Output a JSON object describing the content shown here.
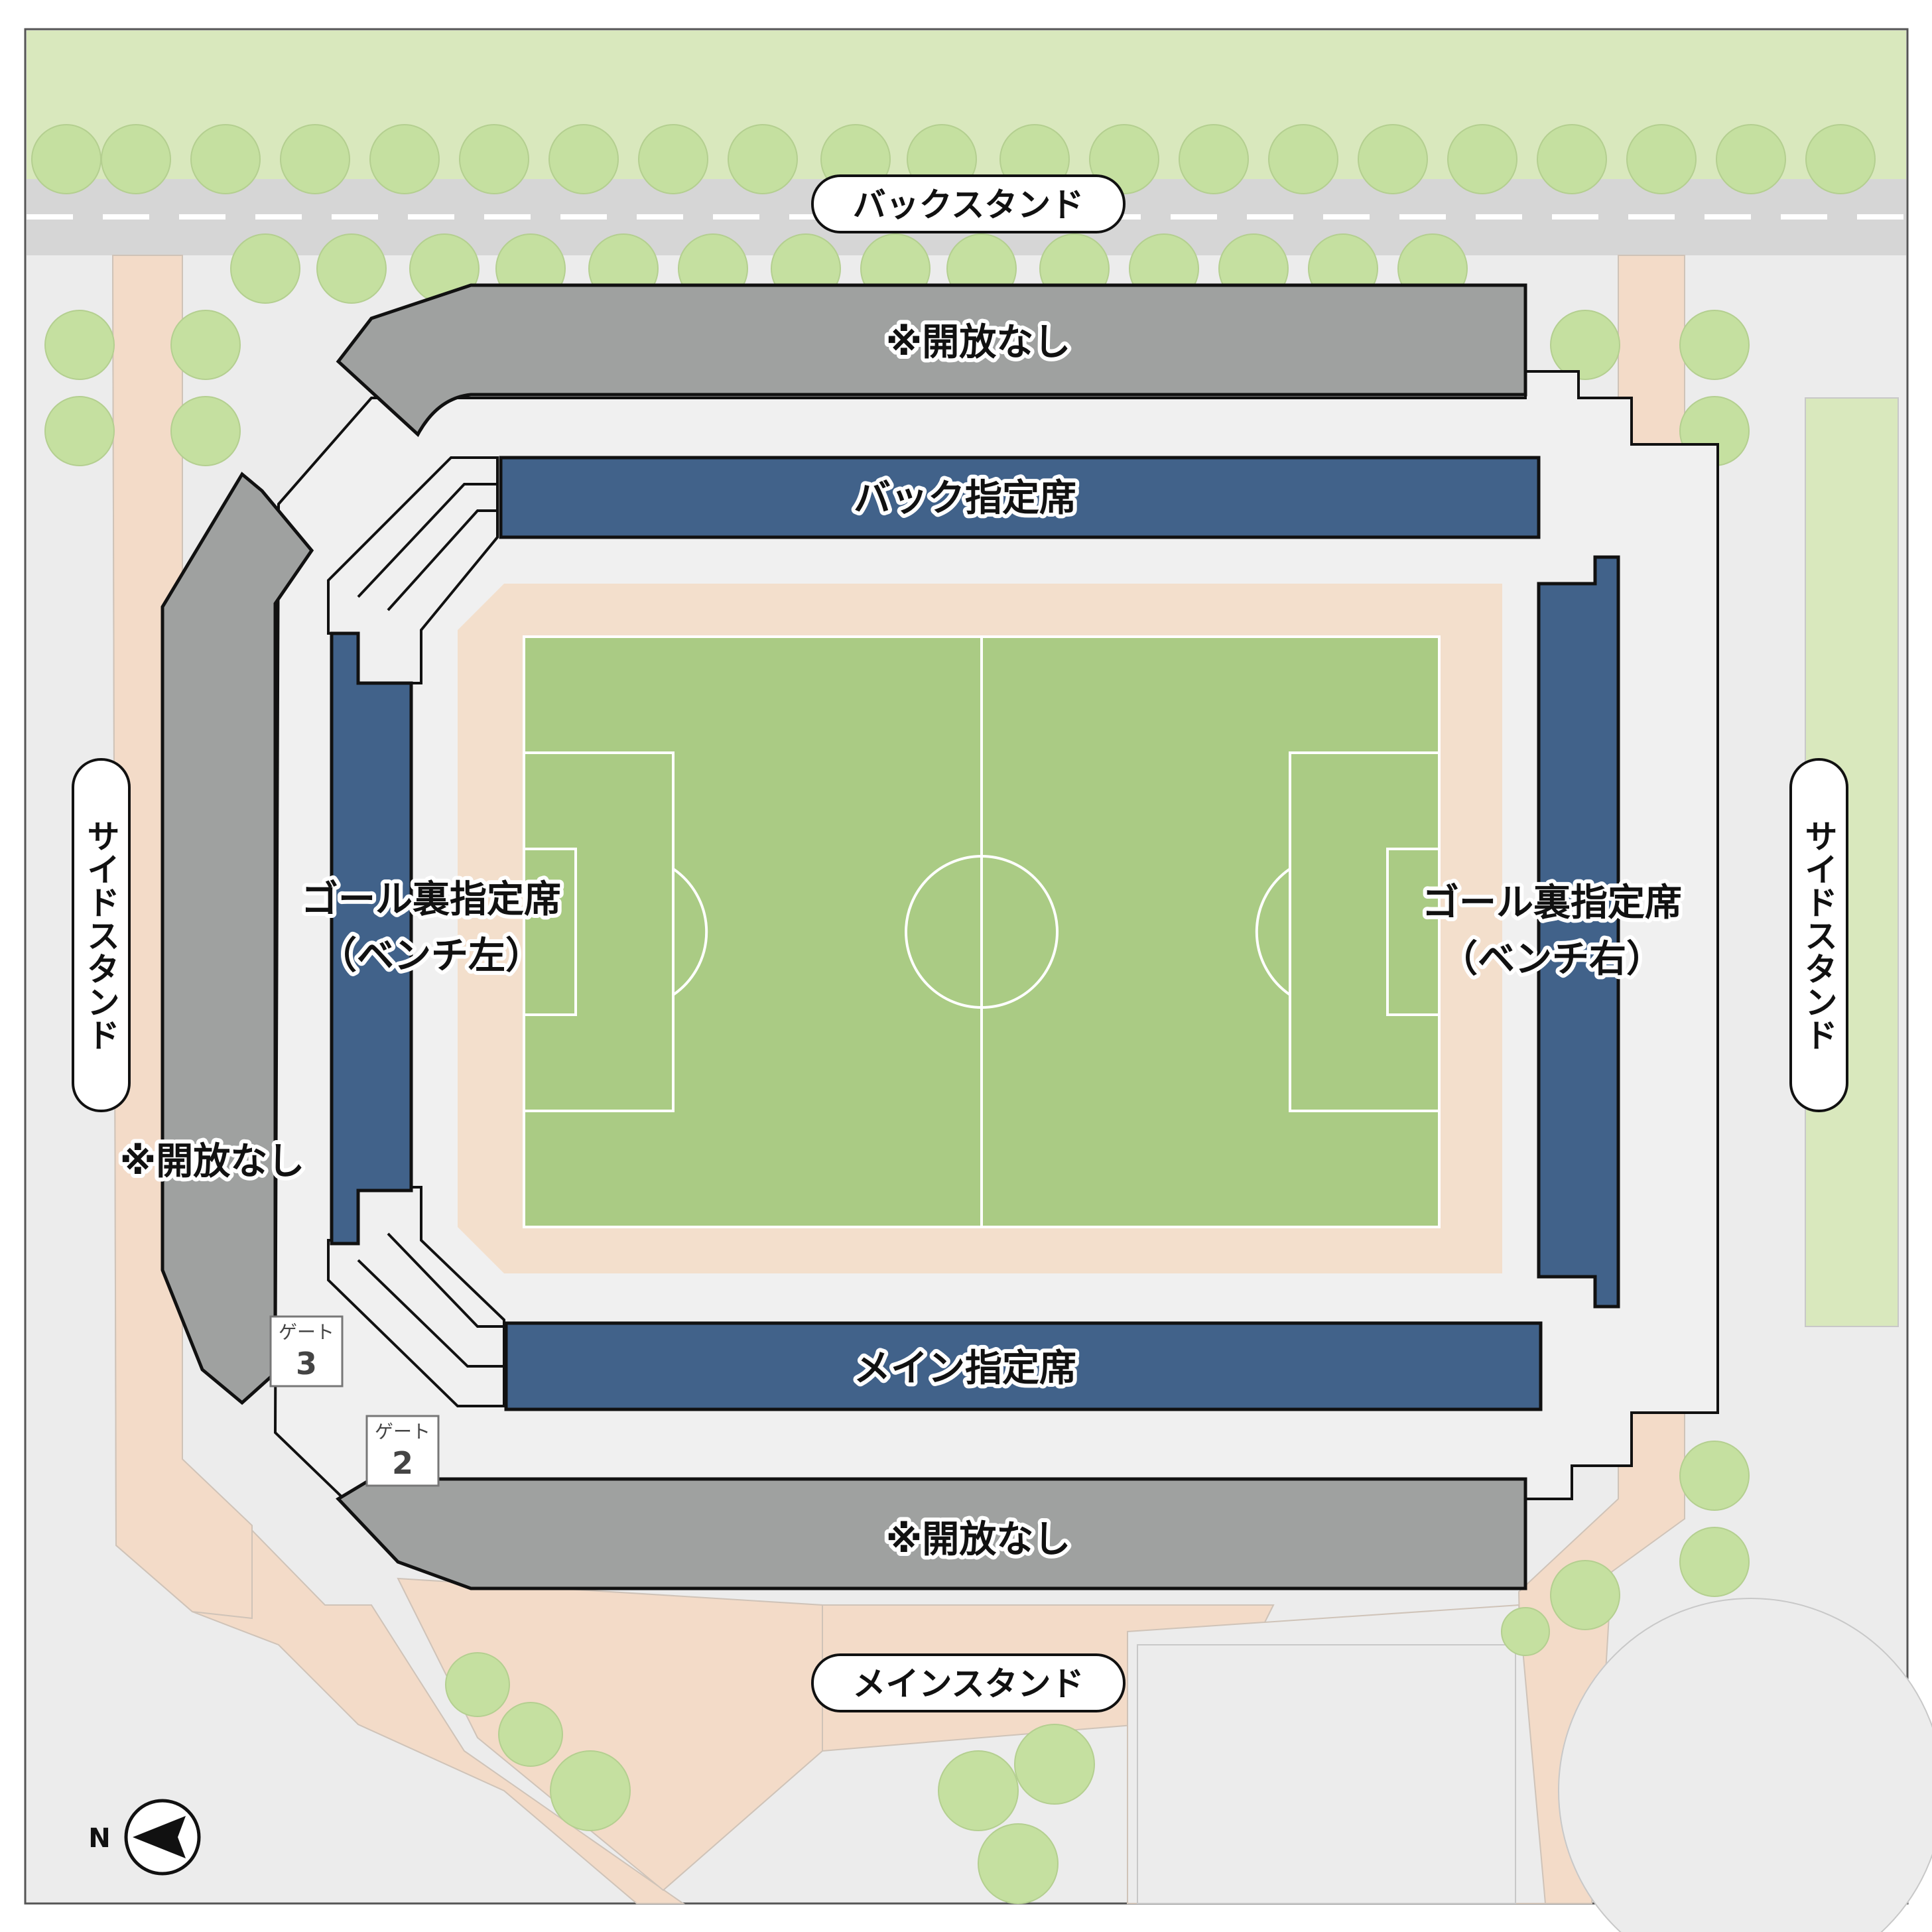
{
  "labels": {
    "back_stand": "バックスタンド",
    "main_stand": "メインスタンド",
    "side_stand_left": "サイドスタンド",
    "side_stand_right": "サイドスタンド",
    "closed_top": "※開放なし",
    "closed_bottom": "※開放なし",
    "closed_left": "※開放なし",
    "back_reserved": "バック指定席",
    "main_reserved": "メイン指定席",
    "goal_left_line1": "ゴール裏指定席",
    "goal_left_line2": "（ベンチ左）",
    "goal_right_line1": "ゴール裏指定席",
    "goal_right_line2": "（ベンチ右）"
  },
  "gates": [
    {
      "label": "ゲート",
      "number": "3"
    },
    {
      "label": "ゲート",
      "number": "2"
    }
  ],
  "compass": {
    "label": "N",
    "icon": "north-arrow-icon"
  },
  "colors": {
    "reserved_seat": "#41628a",
    "closed_seat": "#9fa1a0",
    "pitch": "#aacb84",
    "track": "#f3dfcc",
    "concourse": "#f0f0f0",
    "park": "#d9e8bd",
    "tree": "#c5e0a0",
    "road": "#d6d6d6",
    "path": "#f3dbc8",
    "ground": "#ececec"
  }
}
